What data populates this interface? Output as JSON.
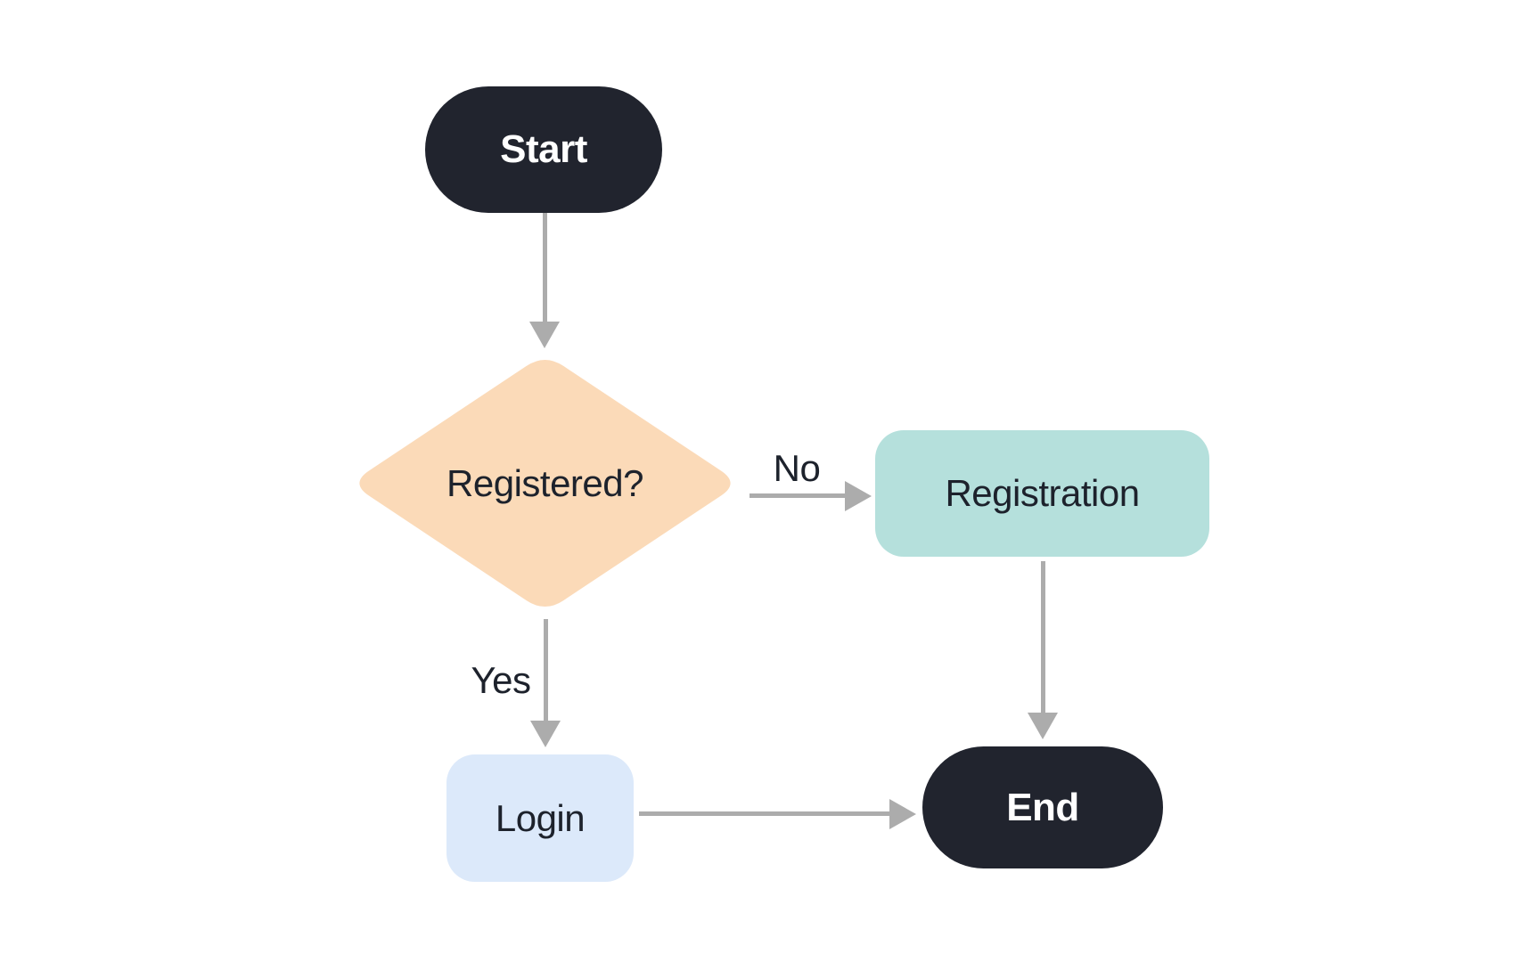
{
  "diagram": {
    "background": "#FFFFFF",
    "arrow_color": "#ACACAC",
    "label_color": "#1D222C",
    "nodes": {
      "start": {
        "label": "Start",
        "shape": "stadium",
        "fill": "#21242E",
        "text_color": "#FFFFFF"
      },
      "registered": {
        "label": "Registered?",
        "shape": "diamond",
        "fill": "#FBDAB8",
        "text_color": "#1D222C"
      },
      "registration": {
        "label": "Registration",
        "shape": "rounded-rect",
        "fill": "#B5E0DC",
        "text_color": "#1D222C"
      },
      "login": {
        "label": "Login",
        "shape": "rounded-rect",
        "fill": "#DCE9FA",
        "text_color": "#1D222C"
      },
      "end": {
        "label": "End",
        "shape": "stadium",
        "fill": "#21242E",
        "text_color": "#FFFFFF"
      }
    },
    "edges": [
      {
        "from": "start",
        "to": "registered",
        "label": ""
      },
      {
        "from": "registered",
        "to": "registration",
        "label": "No"
      },
      {
        "from": "registered",
        "to": "login",
        "label": "Yes"
      },
      {
        "from": "registration",
        "to": "end",
        "label": ""
      },
      {
        "from": "login",
        "to": "end",
        "label": ""
      }
    ]
  }
}
